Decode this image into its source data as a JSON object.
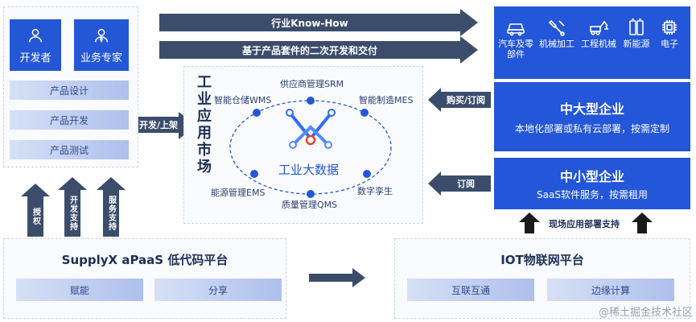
{
  "top_arrows": {
    "know_how": "行业Know-How",
    "secondary_dev": "基于产品套件的二次开发和交付"
  },
  "roles": {
    "developer": "开发者",
    "expert": "业务专家"
  },
  "product_steps": [
    "产品设计",
    "产品开发",
    "产品测试"
  ],
  "arrow_dev_listing": "开发/上架",
  "market": {
    "title": "工业应用市场",
    "center": "工业大数据",
    "nodes": {
      "srm": "供应商管理SRM",
      "wms": "智能仓储WMS",
      "mes": "智能制造MES",
      "ems": "能源管理EMS",
      "twin": "数字孪生",
      "qms": "质量管理QMS"
    }
  },
  "industries": [
    {
      "label": "汽车及零\n部件",
      "icon": "car-icon"
    },
    {
      "label": "机械加工",
      "icon": "machining-icon"
    },
    {
      "label": "工程机械",
      "icon": "excavator-icon"
    },
    {
      "label": "新能源",
      "icon": "battery-icon"
    },
    {
      "label": "电子",
      "icon": "chip-icon"
    }
  ],
  "enterprise_large": {
    "title": "中大型企业",
    "desc": "本地化部署或私有云部署，按需定制",
    "arrow": "购买/订阅"
  },
  "enterprise_small": {
    "title": "中小型企业",
    "desc": "SaaS软件服务，按需租用",
    "arrow": "订阅"
  },
  "up_arrows": [
    "授权",
    "开发支持",
    "服务支持"
  ],
  "onsite_support": "现场应用部署支持",
  "supplyx": {
    "title": "SupplyX  aPaaS 低代码平台",
    "items": [
      "赋能",
      "分享"
    ]
  },
  "iot": {
    "title": "IOT物联网平台",
    "items": [
      "互联互通",
      "边缘计算"
    ]
  },
  "watermark": "@稀土掘金技术社区",
  "colors": {
    "primary_blue": "#2356d8",
    "arrow_dark": "#3b4d6b",
    "text_dark": "#1e2f55"
  }
}
